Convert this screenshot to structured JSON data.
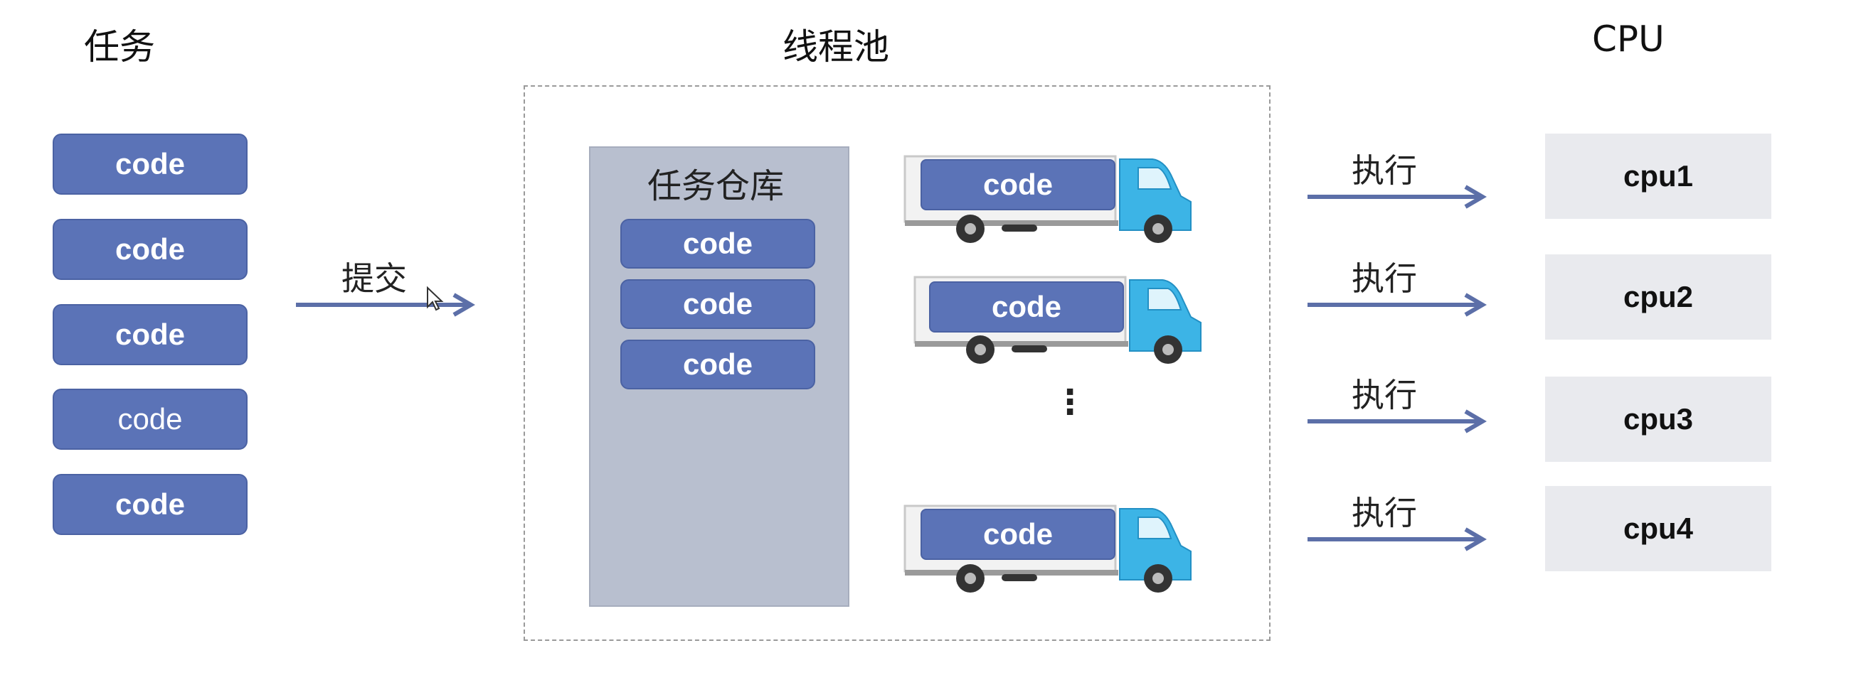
{
  "headings": {
    "tasks": "任务",
    "pool": "线程池",
    "cpu": "CPU"
  },
  "tasks": [
    {
      "label": "code",
      "style": "bold"
    },
    {
      "label": "code",
      "style": "bold"
    },
    {
      "label": "code",
      "style": "bold"
    },
    {
      "label": "code",
      "style": "regular"
    },
    {
      "label": "code",
      "style": "bold"
    }
  ],
  "submit_label": "提交",
  "warehouse": {
    "title": "任务仓库",
    "items": [
      "code",
      "code",
      "code"
    ]
  },
  "workers": [
    "code",
    "code",
    "code"
  ],
  "ellipsis": "⋮",
  "execute_labels": [
    "执行",
    "执行",
    "执行",
    "执行"
  ],
  "cpus": [
    "cpu1",
    "cpu2",
    "cpu3",
    "cpu4"
  ],
  "colors": {
    "chip": "#5b73b7",
    "arrow": "#5c6fa8",
    "truck_cab": "#3cb4e6",
    "warehouse": "#b8bfcf",
    "cpu_box": "#e9eaee"
  }
}
